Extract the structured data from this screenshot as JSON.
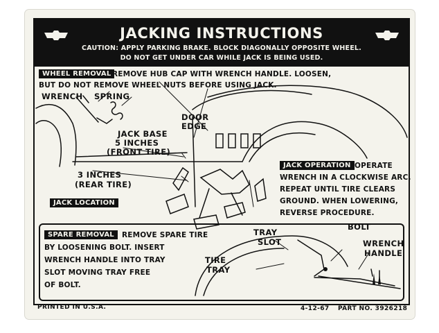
{
  "decal": {
    "title": "JACKING INSTRUCTIONS",
    "caution_line1": "CAUTION: APPLY PARKING BRAKE. BLOCK DIAGONALLY OPPOSITE WHEEL.",
    "caution_line2": "DO NOT GET UNDER CAR WHILE JACK IS BEING USED."
  },
  "wheel_removal": {
    "tag": "WHEEL REMOVAL",
    "line1": "REMOVE HUB CAP WITH WRENCH HANDLE. LOOSEN,",
    "line2": "BUT DO NOT REMOVE WHEEL NUTS BEFORE USING JACK."
  },
  "diagram_labels": {
    "wrench": "WRENCH",
    "spring": "SPRING",
    "jack_base": "JACK BASE",
    "door_edge_1": "DOOR",
    "door_edge_2": "EDGE",
    "five_inches_1": "5 INCHES",
    "five_inches_2": "(FRONT TIRE)",
    "three_inches_1": "3 INCHES",
    "three_inches_2": "(REAR TIRE)"
  },
  "jack_location": {
    "tag": "JACK LOCATION"
  },
  "jack_operation": {
    "tag": "JACK OPERATION",
    "line1": "OPERATE",
    "line2": "WRENCH IN A CLOCKWISE ARC.",
    "line3": "REPEAT UNTIL TIRE CLEARS",
    "line4": "GROUND. WHEN LOWERING,",
    "line5": "REVERSE PROCEDURE."
  },
  "spare_removal": {
    "tag": "SPARE REMOVAL",
    "line1": "REMOVE SPARE TIRE",
    "line2": "BY LOOSENING BOLT. INSERT",
    "line3": "WRENCH HANDLE INTO TRAY",
    "line4": "SLOT MOVING TRAY FREE",
    "line5": "OF BOLT.",
    "label_tray_1": "TRAY",
    "label_tray_2": "SLOT",
    "label_tire_1": "TIRE",
    "label_tire_2": "TRAY",
    "label_bolt": "BOLT",
    "label_wrench_1": "WRENCH",
    "label_wrench_2": "HANDLE"
  },
  "footer": {
    "printed": "PRINTED IN U.S.A.",
    "date": "4-12-67",
    "part": "PART NO. 3926218"
  },
  "colors": {
    "ink": "#111111",
    "paper": "#f4f3ec"
  }
}
